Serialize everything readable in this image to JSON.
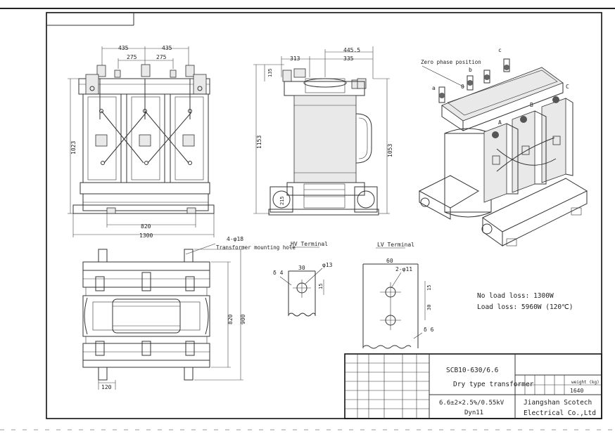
{
  "drawing": {
    "front_view": {
      "dims_top_outer": [
        "435",
        "435"
      ],
      "dims_top_inner": [
        "275",
        "275"
      ],
      "dim_height": "1023",
      "dim_bottom_inner": "820",
      "dim_bottom_outer": "1300"
    },
    "side_view": {
      "dims_top": [
        "313",
        "445.5",
        "335"
      ],
      "dim_left_small": "135",
      "dim_left_height": "1153",
      "dim_right_height": "1053",
      "dim_wheel": "215"
    },
    "iso_view": {
      "zero_phase_label": "Zero phase position",
      "terminal_labels": [
        "a",
        "0",
        "b",
        "c",
        "A",
        "B",
        "C"
      ]
    },
    "plan_view": {
      "mount_hole_callout": "4-φ18",
      "mount_hole_label": "Transformer mounting hole",
      "dim_inner": "820",
      "dim_outer": "900",
      "dim_bottom": "120"
    },
    "hv_terminal": {
      "title": "HV Terminal",
      "dim_width": "30",
      "dim_hole": "φ13",
      "dim_thickness": "δ 4",
      "dim_height": "15"
    },
    "lv_terminal": {
      "title": "LV Terminal",
      "dim_width": "60",
      "dim_holes": "2-φ11",
      "dim_top": "15",
      "dim_spacing": "30",
      "dim_thickness": "δ 6"
    },
    "losses": {
      "no_load": "No load loss: 1300W",
      "load": "Load loss: 5960W (120℃)"
    },
    "title_block": {
      "model": "SCB10-630/6.6",
      "type": "Dry type transformer",
      "weight_label": "weight (kg)",
      "weight_value": "1640",
      "voltage": "6.6±2×2.5%/0.55kV",
      "vector_group": "Dyn11",
      "company_line1": "Jiangshan Scotech",
      "company_line2": "Electrical Co.,Ltd"
    }
  }
}
